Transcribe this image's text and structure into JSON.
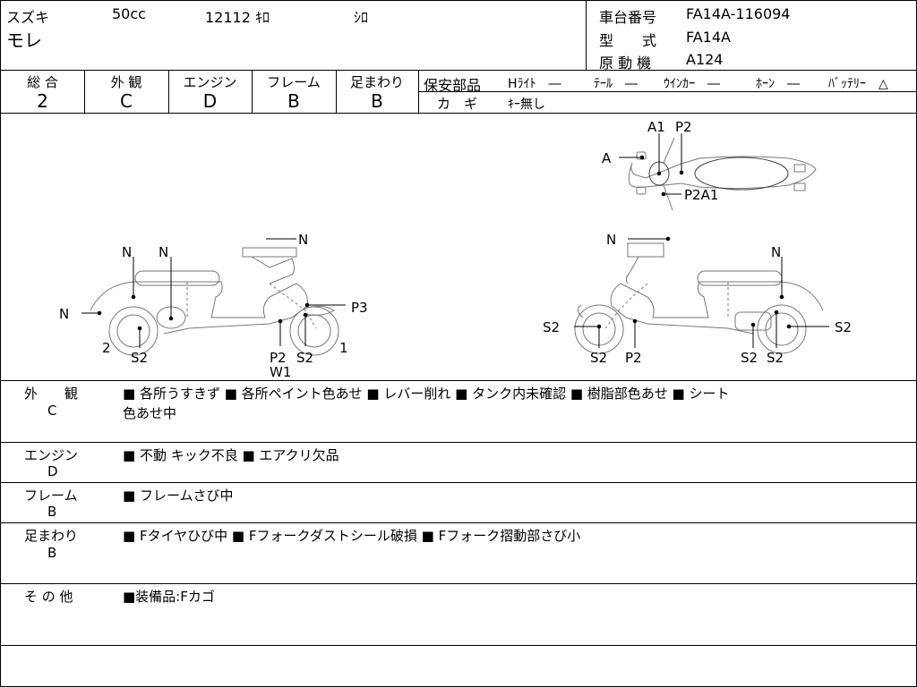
{
  "header": {
    "maker": "スズキ",
    "displacement": "50cc",
    "mileage": "12112 ｷﾛ",
    "color": "ｼﾛ",
    "model": "モレ",
    "frame_no_label": "車台番号",
    "frame_no": "FA14A-116094",
    "type_label": "型　　式",
    "type": "FA14A",
    "engine_label": "原 動 機",
    "engine": "A124"
  },
  "grades": [
    {
      "label": "総 合",
      "value": "2"
    },
    {
      "label": "外 観",
      "value": "C"
    },
    {
      "label": "エンジン",
      "value": "D"
    },
    {
      "label": "フレーム",
      "value": "B"
    },
    {
      "label": "足まわり",
      "value": "B"
    }
  ],
  "safety": {
    "label": "保安部品",
    "items": [
      "Hﾗｲﾄ　―",
      "ﾃｰﾙ　―",
      "ｳｲﾝｶｰ　―",
      "ﾎｰﾝ　―",
      "ﾊﾞｯﾃﾘｰ　△"
    ],
    "key_label": "カ　ギ",
    "key_value": "ｷｰ無し"
  },
  "diagram": {
    "top_labels": [
      "A",
      "A1",
      "P2",
      "P2A1"
    ],
    "left_labels": [
      "N",
      "N",
      "N",
      "N",
      "P3",
      "2",
      "S2",
      "P2",
      "W1",
      "S2",
      "1"
    ],
    "right_labels": [
      "N",
      "N",
      "S2",
      "S2",
      "P2",
      "S2",
      "S2",
      "S2"
    ]
  },
  "notes": [
    {
      "label": "外　　観",
      "grade": "C",
      "text": "■ 各所うすきず ■ 各所ペイント色あせ ■ レバー削れ ■ タンク内未確認 ■ 樹脂部色あせ ■ シート",
      "text2": "色あせ中"
    },
    {
      "label": "エンジン",
      "grade": "D",
      "text": "■ 不動 キック不良 ■ エアクリ欠品",
      "text2": ""
    },
    {
      "label": "フレーム",
      "grade": "B",
      "text": "■ フレームさび中",
      "text2": ""
    },
    {
      "label": "足まわり",
      "grade": "B",
      "text": "■ Fタイヤひび中 ■ Fフォークダストシール破損 ■ Fフォーク摺動部さび小",
      "text2": ""
    },
    {
      "label": "そ の 他",
      "grade": "",
      "text": "■装備品:Fカゴ",
      "text2": ""
    }
  ]
}
